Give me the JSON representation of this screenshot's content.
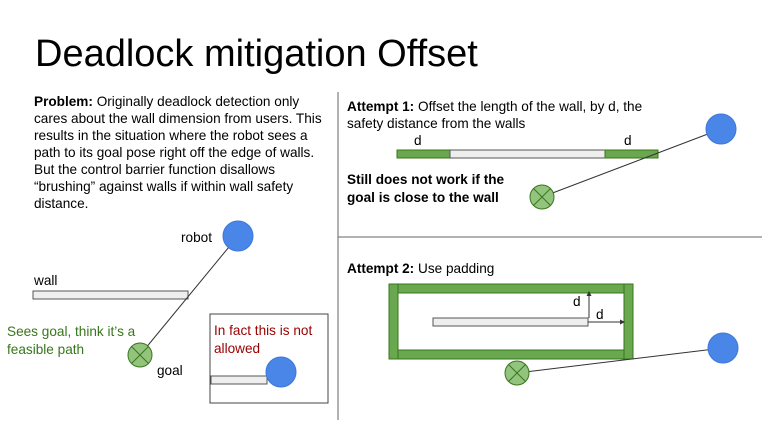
{
  "title": "Deadlock mitigation Offset",
  "problem": {
    "heading": "Problem:",
    "body": " Originally deadlock detection only cares about the wall dimension from users. This results in the situation where the robot sees a path to its goal pose right off the edge of walls. But the control barrier function disallows “brushing” against walls if within wall safety distance."
  },
  "left_diagram": {
    "robot_label": "robot",
    "wall_label": "wall",
    "goal_label": "goal",
    "sees_goal_text": "Sees goal, think it’s a feasible path",
    "in_fact_text": "In fact this is not allowed"
  },
  "attempt1": {
    "heading": "Attempt 1:",
    "body": " Offset the length of the wall, by d, the safety distance from the walls",
    "d_left": "d",
    "d_right": "d",
    "conclusion": "Still does not work if the goal is close to the wall"
  },
  "attempt2": {
    "heading": "Attempt 2:",
    "body": " Use padding",
    "d_vertical": "d",
    "d_horizontal": "d"
  },
  "colors": {
    "robot_blue": "#4a86e8",
    "goal_green": "#93c47d",
    "padding_green": "#6aa84f",
    "wall_gray": "#eeeeee",
    "text_green": "#38761d",
    "text_red": "#990000"
  }
}
